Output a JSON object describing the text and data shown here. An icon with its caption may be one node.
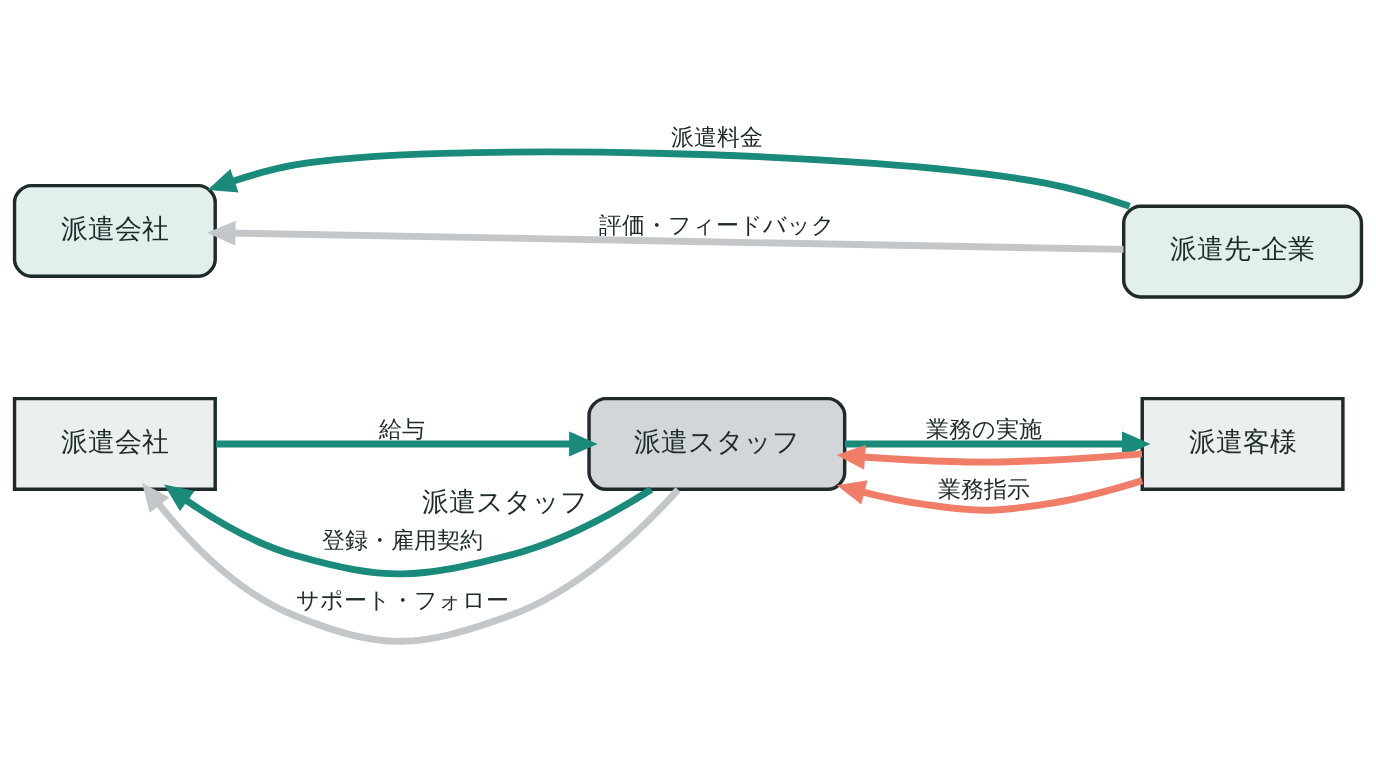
{
  "diagram": {
    "nodes": [
      {
        "text": [
          "派遣会社"
        ]
      },
      {
        "text": [
          "派遣スタッフ"
        ],
        "beside": [
          "派遣スタッフ"
        ]
      },
      {
        "text": [
          "派遣客様"
        ]
      },
      {
        "text": [
          "派遣会社"
        ]
      },
      {
        "text": [
          "派遣先-企業"
        ]
      }
    ],
    "edges": [
      {
        "from": 1,
        "to": 0,
        "arrow": "to",
        "label": "登録・雇用契約"
      },
      {
        "from": 0,
        "to": 1,
        "arrow": "to",
        "label": "給与"
      },
      {
        "from": 1,
        "to": 0,
        "arrow": "to",
        "label": "サポート・フォロー",
        "color": "#c3c7c9"
      },
      {
        "from": 1,
        "to": 2,
        "arrow": "to",
        "label": "業務の実施"
      },
      {
        "from": 2,
        "to": 1,
        "arrow": "to",
        "color": "#f07d68"
      },
      {
        "from": 2,
        "to": 1,
        "arrow": "to",
        "label": "業務指示",
        "color": "#f07d68"
      },
      {
        "from": 4,
        "to": 3,
        "arrow": "to",
        "label": "派遣料金"
      },
      {
        "from": 4,
        "to": 3,
        "arrow": "to",
        "label": "評価・フィードバック",
        "color": "#c3c7c9"
      }
    ]
  }
}
